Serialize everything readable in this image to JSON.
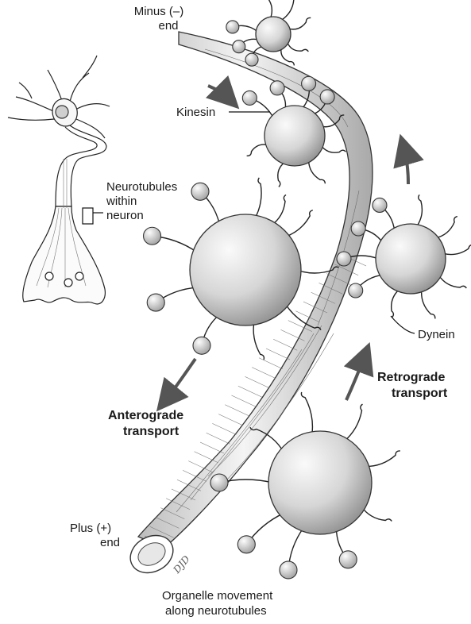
{
  "labels": {
    "minus_line1": "Minus (–)",
    "minus_line2": "end",
    "kinesin": "Kinesin",
    "neuro_line1": "Neurotubules",
    "neuro_line2": "within",
    "neuro_line3": "neuron",
    "dynein": "Dynein",
    "retro_line1": "Retrograde",
    "retro_line2": "transport",
    "antero_line1": "Anterograde",
    "antero_line2": "transport",
    "plus_line1": "Plus (+)",
    "plus_line2": "end",
    "caption_line1": "Organelle movement",
    "caption_line2": "along neurotubules"
  },
  "signature": "DJD",
  "colors": {
    "ink": "#1a1a1a",
    "arrow": "#555555",
    "sphere_light": "#fafafa",
    "sphere_dark": "#8e8e8e"
  }
}
